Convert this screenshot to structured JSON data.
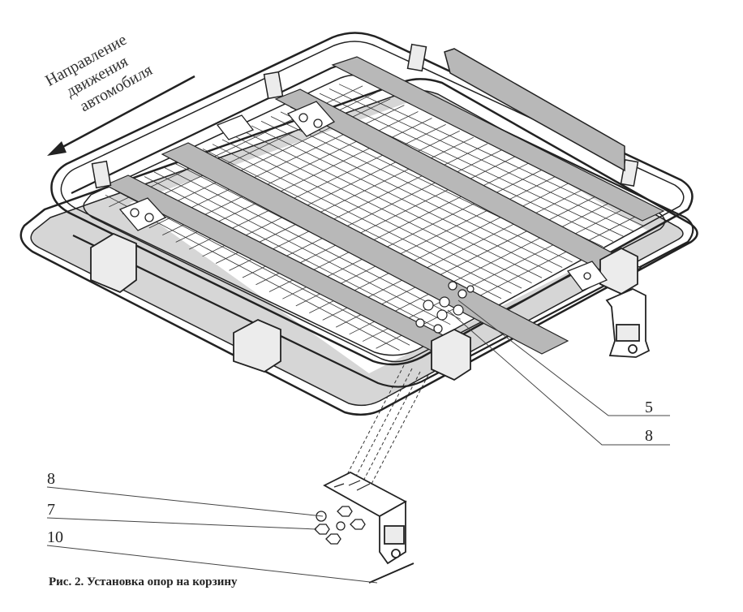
{
  "direction_label": {
    "line1": "Направление",
    "line2": "движения",
    "line3": "автомобиля"
  },
  "callouts": {
    "c5": "5",
    "c8_top": "8",
    "c8_bottom": "8",
    "c7": "7",
    "c10": "10"
  },
  "caption": "Рис. 2. Установка опор на корзину",
  "colors": {
    "line": "#222222",
    "panel_fill": "#d6d6d6",
    "rail_fill": "#b8b8b8",
    "bracket_fill": "#ececec"
  }
}
